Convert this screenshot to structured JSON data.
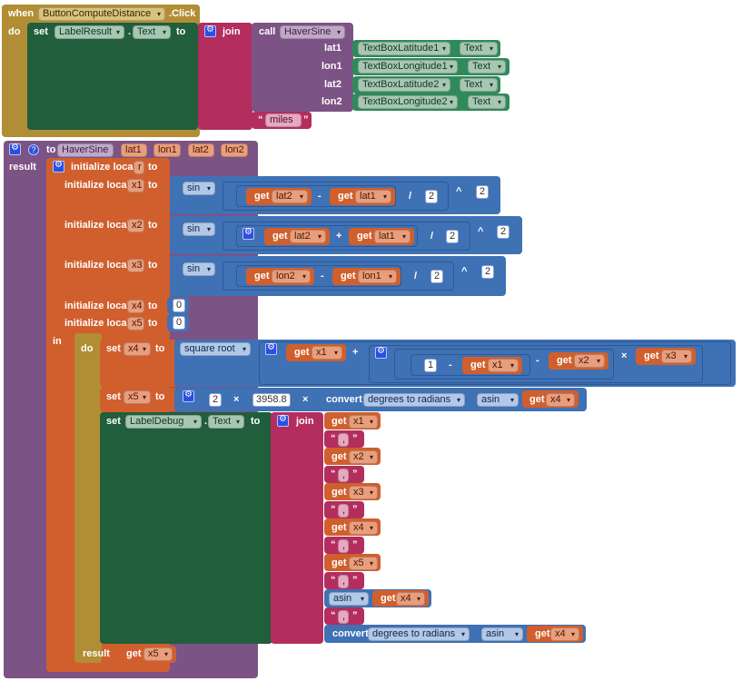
{
  "colors": {
    "event": "#b18e35",
    "event_inner": "#c5a040",
    "setter": "#205e3c",
    "component": "#2f8a59",
    "text": "#b32d5e",
    "procedure": "#7c5385",
    "variable": "#d05f2d",
    "math": "#3f71b5",
    "control": "#b18e35"
  },
  "event": {
    "when": "when",
    "component": "ButtonComputeDistance",
    "event": ".Click",
    "do": "do"
  },
  "set1": {
    "set": "set",
    "component": "LabelResult",
    "prop": "Text",
    "to": "to"
  },
  "join1": {
    "label": "join"
  },
  "call": {
    "label": "call",
    "proc": "HaverSine",
    "args": [
      {
        "name": "lat1",
        "comp": "TextBoxLatitude1",
        "prop": "Text"
      },
      {
        "name": "lon1",
        "comp": "TextBoxLongitude1",
        "prop": "Text"
      },
      {
        "name": "lat2",
        "comp": "TextBoxLatitude2",
        "prop": "Text"
      },
      {
        "name": "lon2",
        "comp": "TextBoxLongitude2",
        "prop": "Text"
      }
    ]
  },
  "miles": "miles",
  "proc": {
    "to": "to",
    "name": "HaverSine",
    "params": [
      "lat1",
      "lon1",
      "lat2",
      "lon2"
    ],
    "result": "result"
  },
  "init": {
    "label": "initialize local",
    "to": "to",
    "in": "in",
    "r": "r",
    "x1": "x1",
    "x2": "x2",
    "x3": "x3",
    "x4": "x4",
    "x5": "x5"
  },
  "ops": {
    "sin": "sin",
    "get": "get",
    "minus": "-",
    "plus": "+",
    "div": "/",
    "pow": "^",
    "times": "×",
    "two": "2",
    "one": "1",
    "zero": "0",
    "quote_open": "“",
    "quote_close": "”",
    "comma": ",",
    "radius": "3958.8"
  },
  "do": {
    "label": "do",
    "set": "set",
    "to": "to"
  },
  "sqrt": "square root",
  "convert": {
    "label": "convert",
    "mode": "degrees to radians"
  },
  "asin": "asin",
  "debug": {
    "component": "LabelDebug",
    "prop": "Text",
    "join": "join"
  },
  "result": {
    "label": "result",
    "var": "x5"
  }
}
